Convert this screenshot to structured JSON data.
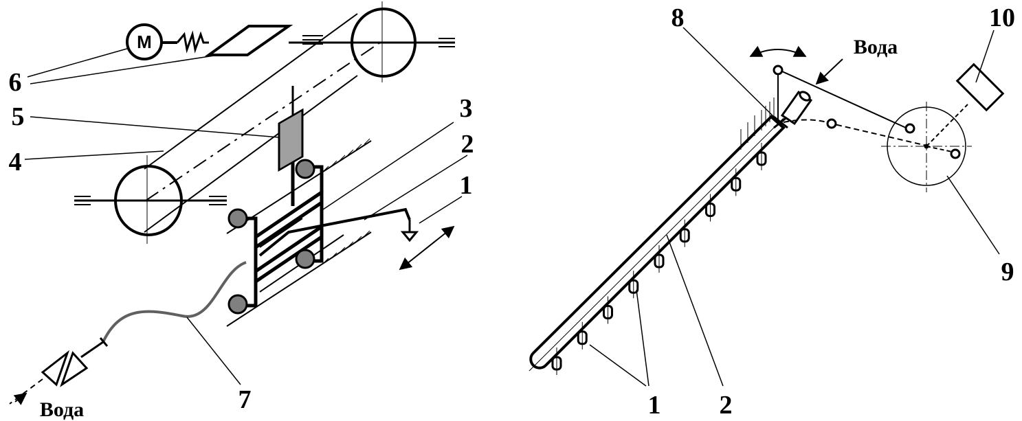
{
  "left": {
    "labels": {
      "n1": "1",
      "n2": "2",
      "n3": "3",
      "n4": "4",
      "n5": "5",
      "n6": "6",
      "n7": "7",
      "motor": "M",
      "water": "Вода"
    }
  },
  "right": {
    "labels": {
      "n1": "1",
      "n2": "2",
      "n8": "8",
      "n9": "9",
      "n10": "10",
      "water": "Вода"
    },
    "nozzle_count": 9
  },
  "colors": {
    "ink": "#000000",
    "roller": "#808080",
    "block": "#a0a0a0",
    "hose": "#606060"
  }
}
